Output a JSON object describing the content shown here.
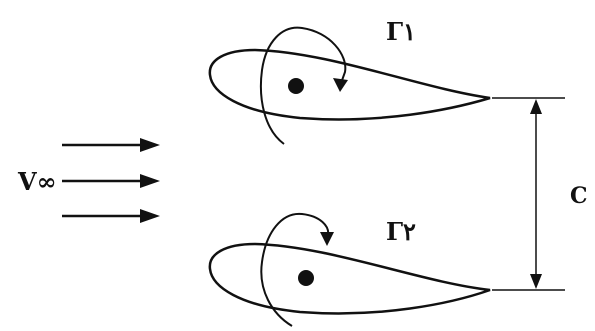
{
  "labels": {
    "freestream": "V∞",
    "circulation_top": "Γ١",
    "circulation_bottom": "Γ٢",
    "gap": "C"
  },
  "colors": {
    "ink": "#111111",
    "background": "#ffffff"
  }
}
